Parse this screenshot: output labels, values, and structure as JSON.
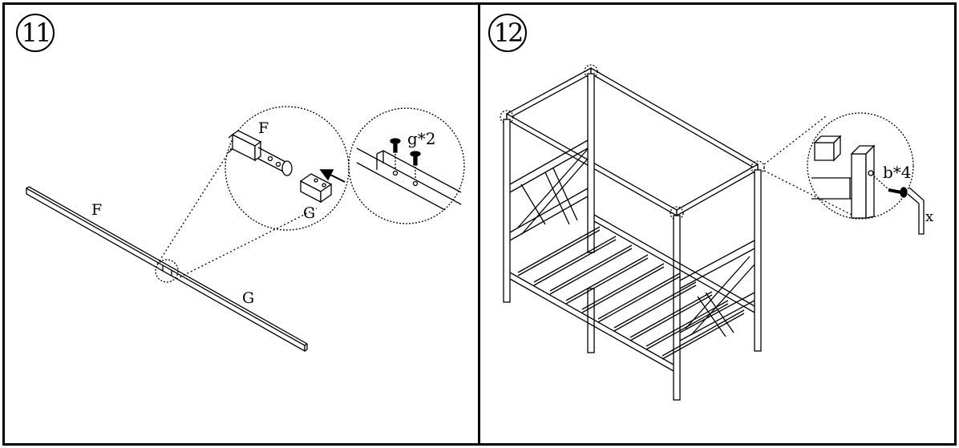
{
  "steps": [
    {
      "number": "11",
      "labels": {
        "rail_f": "F",
        "rail_g": "G",
        "detail_f": "F",
        "detail_g": "G",
        "screw": "g*2"
      }
    },
    {
      "number": "12",
      "labels": {
        "screw": "b*4",
        "tool": "x"
      }
    }
  ]
}
